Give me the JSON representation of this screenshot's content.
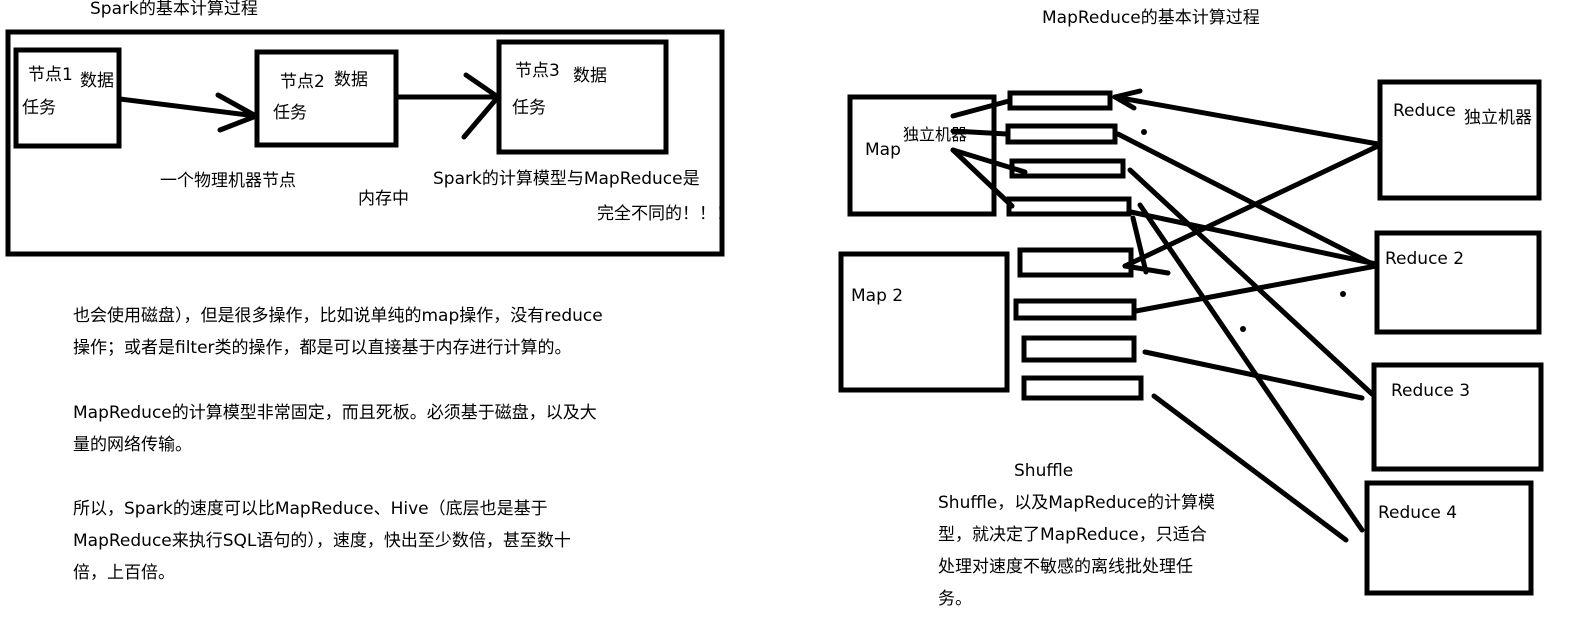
{
  "spark": {
    "title": "Spark的基本计算过程",
    "node1": {
      "name": "节点1",
      "data": "数据",
      "task": "任务"
    },
    "node2": {
      "name": "节点2",
      "data": "数据",
      "task": "任务"
    },
    "node3": {
      "name": "节点3",
      "data": "数据",
      "task": "任务"
    },
    "machine_label": "一个物理机器节点",
    "memory_label": "内存中",
    "model_note_1": "Spark的计算模型与MapReduce是",
    "model_note_2": "完全不同的！！！"
  },
  "paragraphs": {
    "p1_line1": "也会使用磁盘），但是很多操作，比如说单纯的map操作，没有reduce",
    "p1_line2": "操作；或者是filter类的操作，都是可以直接基于内存进行计算的。",
    "p2_line1": "MapReduce的计算模型非常固定，而且死板。必须基于磁盘，以及大",
    "p2_line2": "量的网络传输。",
    "p3_line1": "所以，Spark的速度可以比MapReduce、Hive（底层也是基于",
    "p3_line2": "MapReduce来执行SQL语句的），速度，快出至少数倍，甚至数十",
    "p3_line3": "倍，上百倍。"
  },
  "mapreduce": {
    "title": "MapReduce的基本计算过程",
    "map1": "Map",
    "map1_machine": "独立机器",
    "map2": "Map 2",
    "reduce1": "Reduce",
    "reduce1_machine": "独立机器",
    "reduce2": "Reduce 2",
    "reduce3": "Reduce 3",
    "reduce4": "Reduce 4",
    "shuffle": "Shuffle",
    "note_line1": "Shuffle，以及MapReduce的计算模",
    "note_line2": "型，就决定了MapReduce，只适合",
    "note_line3": "处理对速度不敏感的离线批处理任",
    "note_line4": "务。"
  }
}
